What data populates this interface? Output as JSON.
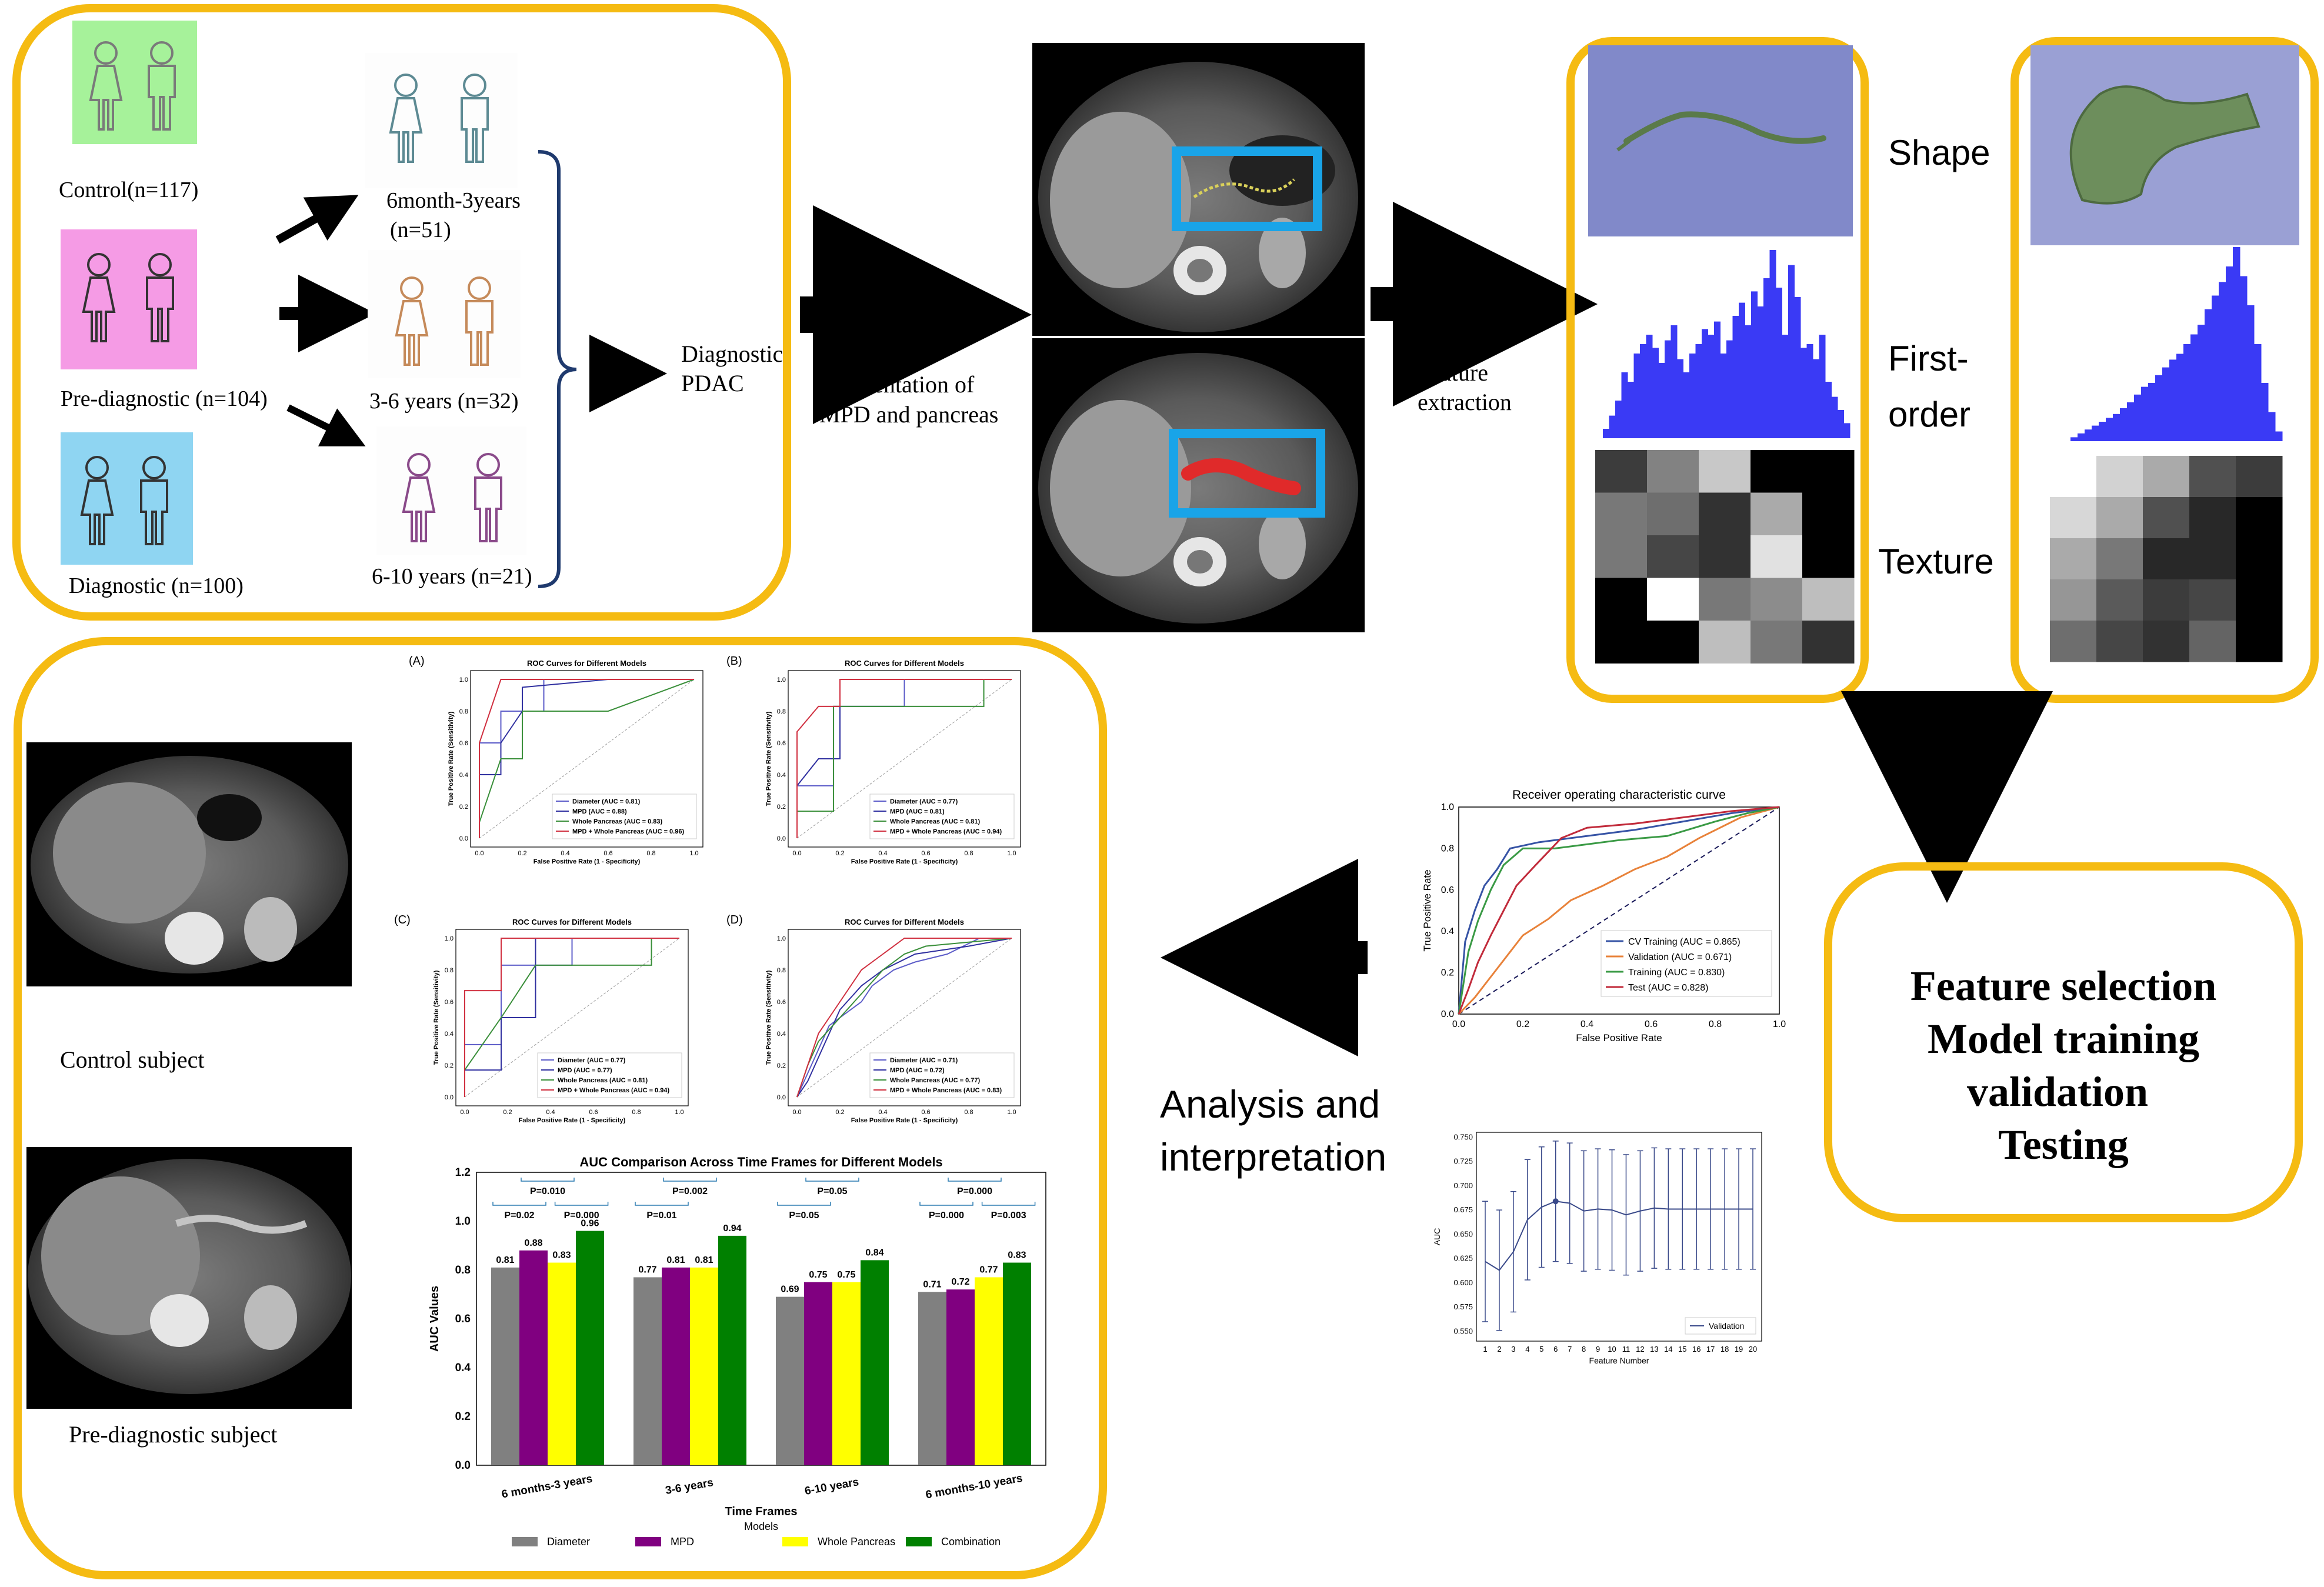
{
  "cohorts": {
    "control": "Control(n=117)",
    "prediag": "Pre-diagnostic (n=104)",
    "diag": "Diagnostic (n=100)",
    "t1a": "6month-3years",
    "t1b": "(n=51)",
    "t2": "3-6 years (n=32)",
    "t3": "6-10 years (n=21)",
    "final_a": "Diagnostic",
    "final_b": "PDAC"
  },
  "colors": {
    "frame": "#F5BB12",
    "control": "#A6F29A",
    "prediag": "#F59BE5",
    "diag": "#8FD5F2",
    "ct_box": "#19A4E8",
    "blue_bar": "#3A3AF5",
    "shape_bg": "#8189C9",
    "diameter": "#808080",
    "mpd": "#800080",
    "whole": "#FFFF00",
    "combination": "#008000"
  },
  "segmentation": {
    "a": "Segmentation of",
    "b": "MPD and pancreas"
  },
  "feature_extraction": {
    "a": "Feature",
    "b": "extraction"
  },
  "feature_labels": {
    "shape": "Shape",
    "fo_a": "First-",
    "fo_b": "order",
    "texture": "Texture"
  },
  "model_box": {
    "l1": "Feature selection",
    "l2": "Model training",
    "l3": "validation",
    "l4": "Testing"
  },
  "analysis": {
    "a": "Analysis and",
    "b": "interpretation"
  },
  "subjects": {
    "control": "Control subject",
    "prediag": "Pre-diagnostic subject"
  },
  "roc_common": {
    "title": "ROC Curves for Different Models",
    "xlabel": "False Positive Rate (1 - Specificity)",
    "ylabel": "True Positive Rate (Sensitivity)",
    "ticks": [
      "0.0",
      "0.2",
      "0.4",
      "0.6",
      "0.8",
      "1.0"
    ]
  },
  "roc_panels": [
    {
      "tag": "(A)",
      "legend": [
        "Diameter (AUC = 0.81)",
        "MPD (AUC = 0.88)",
        "Whole Pancreas (AUC = 0.83)",
        "MPD + Whole Pancreas (AUC = 0.96)"
      ]
    },
    {
      "tag": "(B)",
      "legend": [
        "Diameter (AUC = 0.77)",
        "MPD (AUC = 0.81)",
        "Whole Pancreas (AUC = 0.81)",
        "MPD + Whole Pancreas (AUC = 0.94)"
      ]
    },
    {
      "tag": "(C)",
      "legend": [
        "Diameter (AUC = 0.77)",
        "MPD (AUC = 0.77)",
        "Whole Pancreas (AUC = 0.81)",
        "MPD + Whole Pancreas (AUC = 0.94)"
      ]
    },
    {
      "tag": "(D)",
      "legend": [
        "Diameter (AUC = 0.71)",
        "MPD (AUC = 0.72)",
        "Whole Pancreas (AUC = 0.77)",
        "MPD + Whole Pancreas (AUC = 0.83)"
      ]
    }
  ],
  "big_roc": {
    "title": "Receiver operating characteristic curve",
    "xlabel": "False Positive Rate",
    "ylabel": "True Positive Rate",
    "ticks": [
      "0.0",
      "0.2",
      "0.4",
      "0.6",
      "0.8",
      "1.0"
    ],
    "legend": [
      "CV Training (AUC = 0.865)",
      "Validation (AUC = 0.671)",
      "Training (AUC = 0.830)",
      "Test (AUC = 0.828)"
    ],
    "legend_colors": [
      "#3653A5",
      "#E8823A",
      "#3A9A45",
      "#C12B3B"
    ]
  },
  "feature_curve": {
    "ylabel": "AUC",
    "xlabel": "Feature Number",
    "legend": "Validation",
    "yticks": [
      "0.750",
      "0.725",
      "0.700",
      "0.675",
      "0.650",
      "0.625",
      "0.600",
      "0.575",
      "0.550"
    ],
    "xticks": [
      "1",
      "2",
      "3",
      "4",
      "5",
      "6",
      "7",
      "8",
      "9",
      "10",
      "11",
      "12",
      "13",
      "14",
      "15",
      "16",
      "17",
      "18",
      "19",
      "20"
    ],
    "values": [
      0.622,
      0.613,
      0.632,
      0.665,
      0.678,
      0.684,
      0.682,
      0.674,
      0.676,
      0.675,
      0.67,
      0.674,
      0.677,
      0.676,
      0.676,
      0.676,
      0.676,
      0.676,
      0.676,
      0.676
    ]
  },
  "chart_data": {
    "type": "bar",
    "title": "AUC Comparison Across Time Frames for Different Models",
    "xlabel": "Time Frames",
    "ylabel": "AUC Values",
    "categories": [
      "6 months-3 years",
      "3-6 years",
      "6-10 years",
      "6 months-10 years"
    ],
    "series": [
      {
        "name": "Diameter",
        "values": [
          0.81,
          0.77,
          0.69,
          0.71
        ]
      },
      {
        "name": "MPD",
        "values": [
          0.88,
          0.81,
          0.75,
          0.72
        ]
      },
      {
        "name": "Whole Pancreas",
        "values": [
          0.83,
          0.81,
          0.75,
          0.77
        ]
      },
      {
        "name": "Combination",
        "values": [
          0.96,
          0.94,
          0.84,
          0.83
        ]
      }
    ],
    "ylim": [
      0.0,
      1.2
    ],
    "yticks": [
      "0.0",
      "0.2",
      "0.4",
      "0.6",
      "0.8",
      "1.0",
      "1.2"
    ],
    "legend_title": "Models",
    "legend_placement": "bottom",
    "annotations": [
      [
        "P=0.010",
        "P=0.02",
        "P=0.000"
      ],
      [
        "P=0.002",
        "P=0.01"
      ],
      [
        "P=0.05",
        "P=0.05"
      ],
      [
        "P=0.000",
        "P=0.000",
        "P=0.003"
      ]
    ]
  }
}
